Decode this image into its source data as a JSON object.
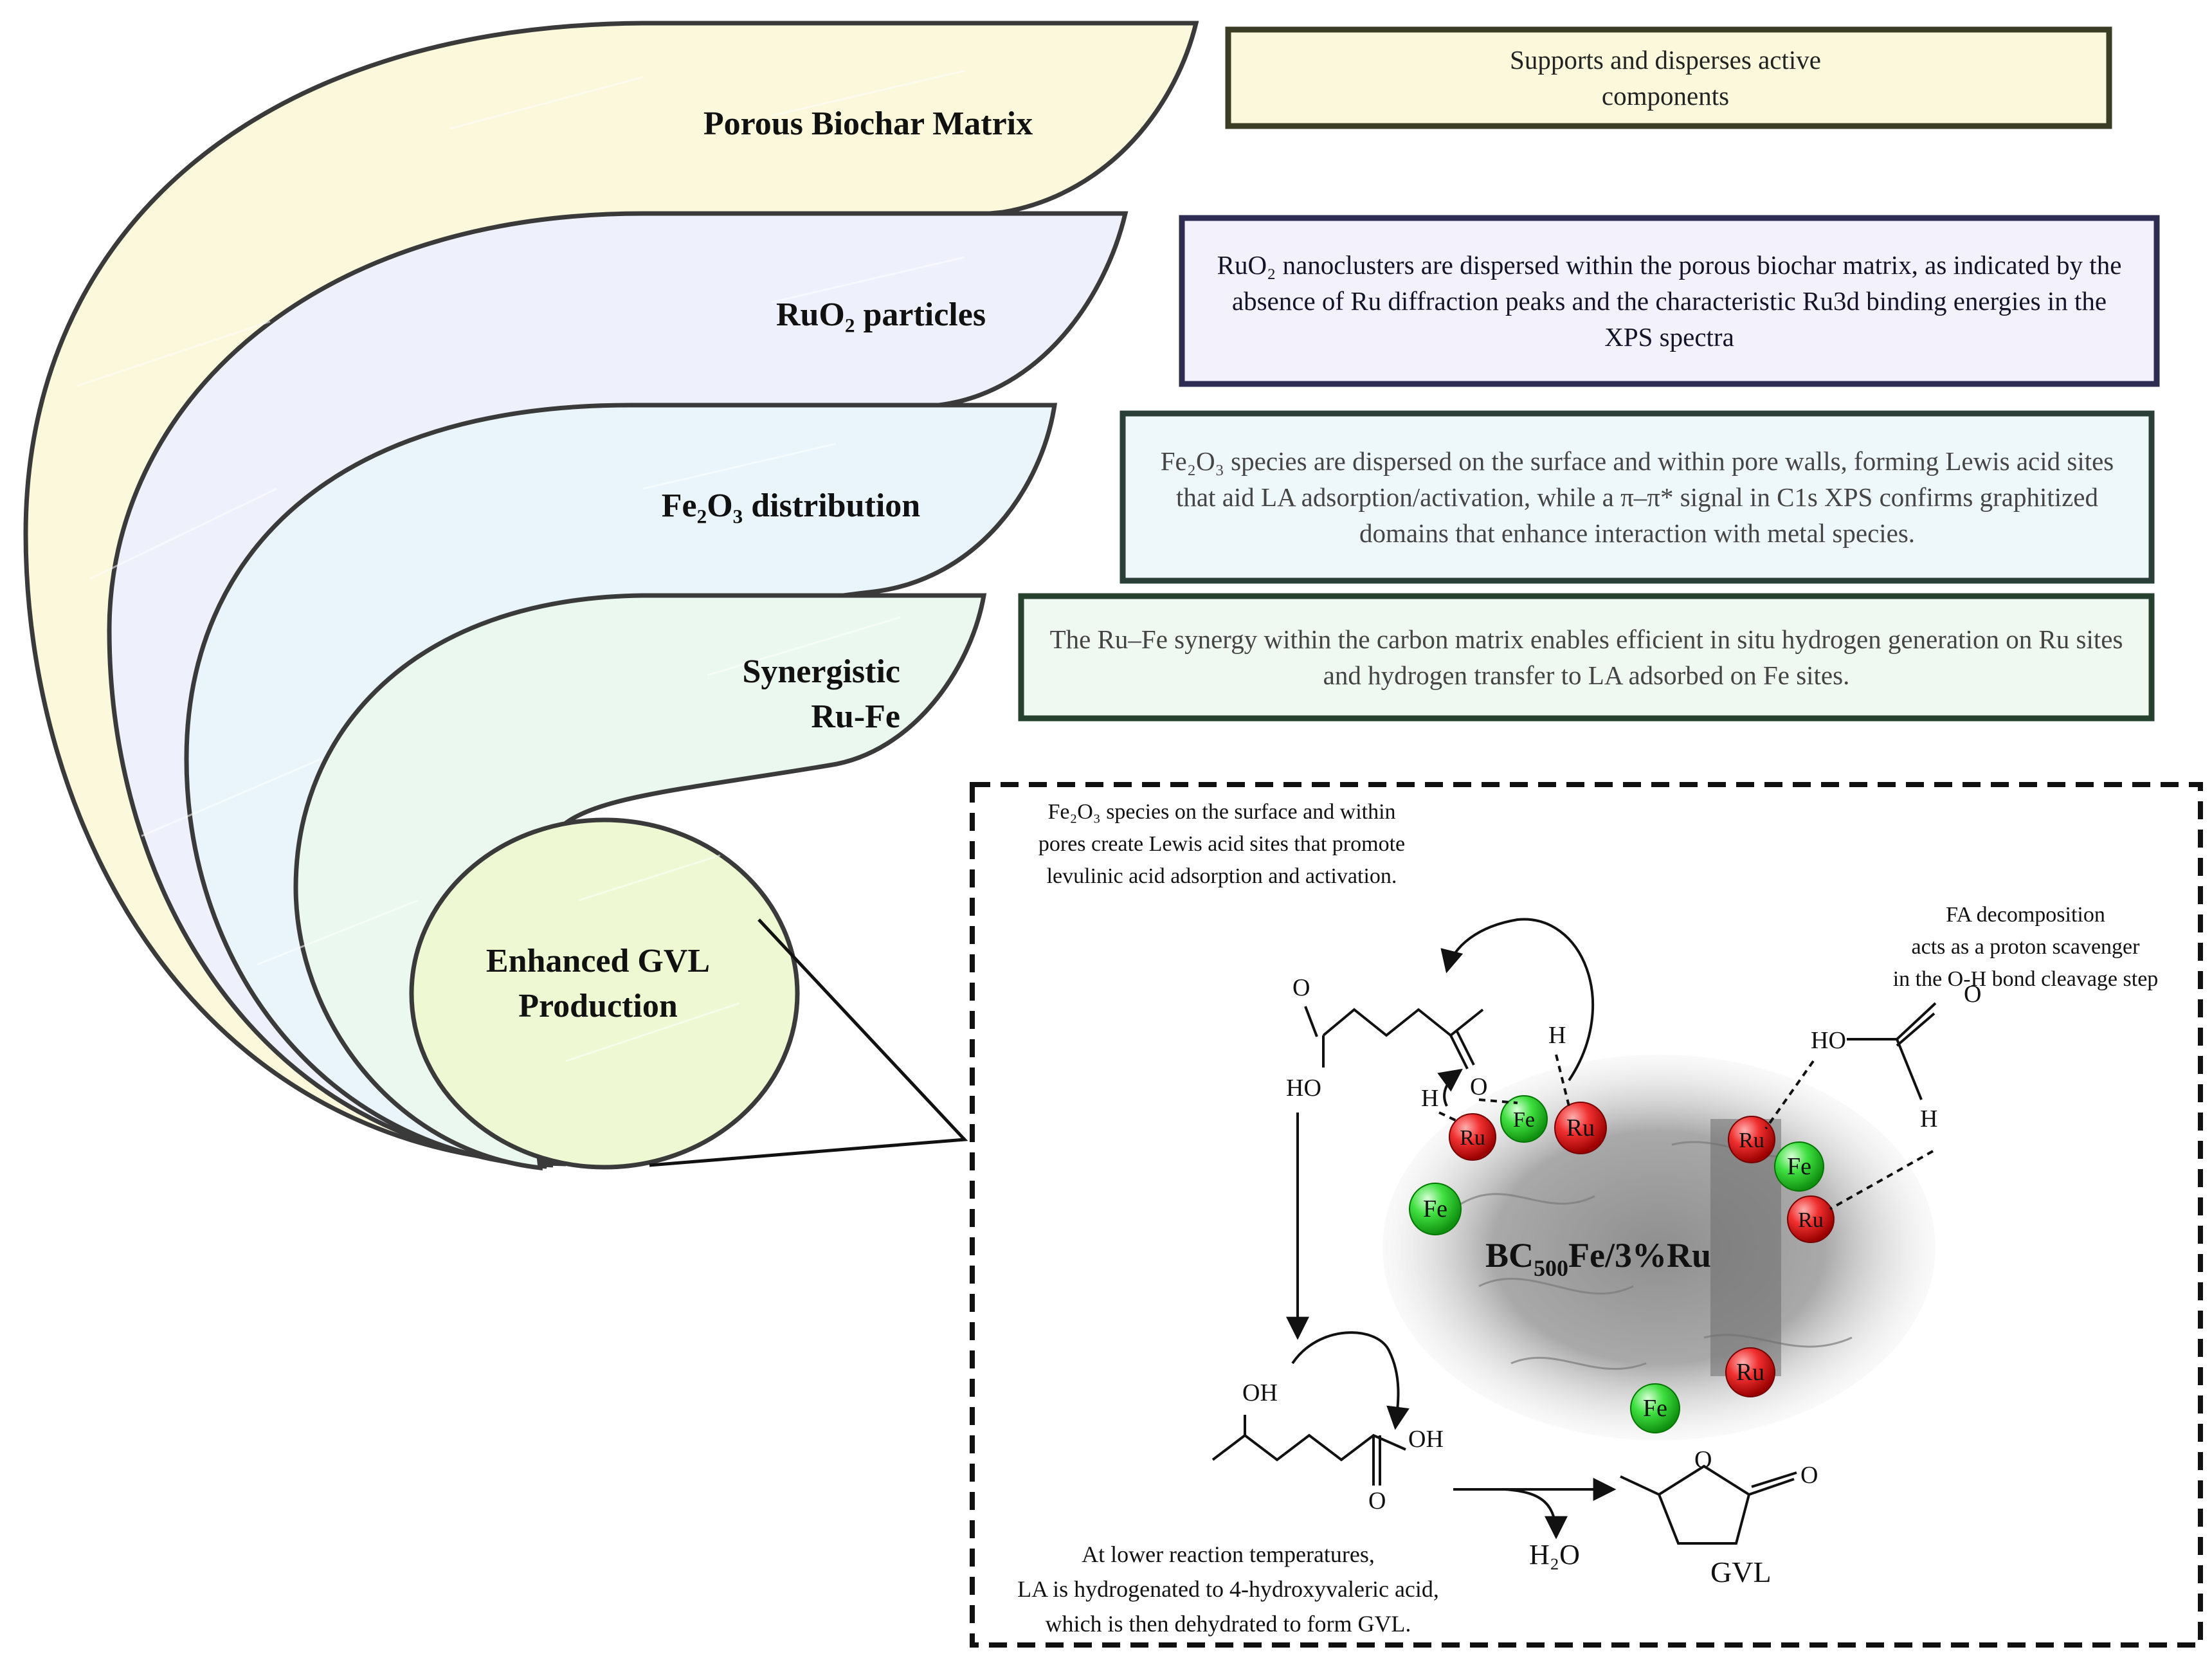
{
  "layers": [
    {
      "label": "Porous Biochar Matrix",
      "description": "Supports and disperses active components"
    },
    {
      "label": "RuO₂ particles",
      "description": "RuO₂ nanoclusters are dispersed within the porous biochar matrix, as indicated by the absence of Ru diffraction peaks and the characteristic Ru3d binding energies in the XPS spectra"
    },
    {
      "label": "Fe₂O₃ distribution",
      "description": "Fe₂O₃ species are dispersed on the surface and within pore walls, forming Lewis acid sites that aid LA adsorption/activation, while a π–π* signal in C1s XPS confirms graphitized domains that enhance interaction with metal species."
    },
    {
      "label_line1": "Synergistic",
      "label_line2": "Ru-Fe",
      "description": "The Ru–Fe synergy within the carbon matrix enables efficient in situ hydrogen generation on Ru sites and hydrogen transfer to LA adsorbed on Fe sites."
    },
    {
      "label_line1": "Enhanced GVL",
      "label_line2": "Production"
    }
  ],
  "colors": {
    "outline": "#3a3a3a",
    "layer1_fill": "#fbf8dc",
    "layer2_fill": "#eef0fb",
    "layer3_fill": "#e9f5fa",
    "layer4_fill": "#eaf8ef",
    "layer5_fill": "#eef8d2",
    "box1_border": "#3c3d25",
    "box1_fill": "#fbf8dc",
    "box2_border": "#2e2c50",
    "box2_fill": "#f3f1fb",
    "box3_border": "#2a3f38",
    "box3_fill": "#eef7fa",
    "box4_border": "#27412f",
    "box4_fill": "#eff9f1",
    "ru_color": "#e02020",
    "fe_color": "#2fd02f"
  },
  "mechanism": {
    "note_top": [
      "Fe₂O₃ species on the surface and within",
      "pores create Lewis acid sites that promote",
      "levulinic acid adsorption and activation."
    ],
    "note_fa": [
      "FA decomposition",
      "acts as a proton scavenger",
      "in the O-H bond cleavage step"
    ],
    "note_bottom": [
      "At lower reaction temperatures,",
      "LA is hydrogenated to 4-hydroxyvaleric acid,",
      "which is then dehydrated to form GVL."
    ],
    "catalyst_label_main": "BC",
    "catalyst_label_sub": "500",
    "catalyst_label_rest": "Fe/3%Ru",
    "atoms": {
      "ru": "Ru",
      "fe": "Fe"
    },
    "chem_labels": {
      "O": "O",
      "HO": "HO",
      "OH": "OH",
      "H": "H",
      "water": "H₂O",
      "gvl": "GVL"
    }
  }
}
